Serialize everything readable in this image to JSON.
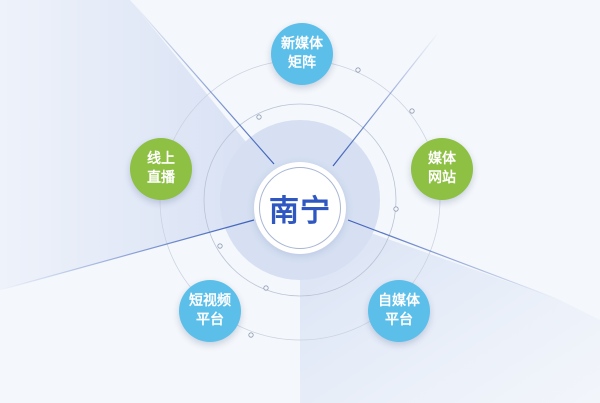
{
  "diagram": {
    "type": "radial-hub",
    "center": {
      "label": "南宁"
    },
    "nodes": [
      {
        "id": "new-media-matrix",
        "line1": "新媒体",
        "line2": "矩阵",
        "color": "#5bbfea",
        "position": "top"
      },
      {
        "id": "media-website",
        "line1": "媒体",
        "line2": "网站",
        "color": "#8dc043",
        "position": "right"
      },
      {
        "id": "self-media-platform",
        "line1": "自媒体",
        "line2": "平台",
        "color": "#5bbfea",
        "position": "bottom-right"
      },
      {
        "id": "short-video-platform",
        "line1": "短视频",
        "line2": "平台",
        "color": "#5bbfea",
        "position": "bottom-left"
      },
      {
        "id": "online-live",
        "line1": "线上",
        "line2": "直播",
        "color": "#8dc043",
        "position": "left"
      }
    ],
    "colors": {
      "background": "#f4f7fb",
      "accent_blue": "#2f57c2",
      "node_blue": "#5bbfea",
      "node_green": "#8dc043",
      "inner_disc": "#d6e0f2",
      "connector": "#3b5fb8"
    }
  }
}
